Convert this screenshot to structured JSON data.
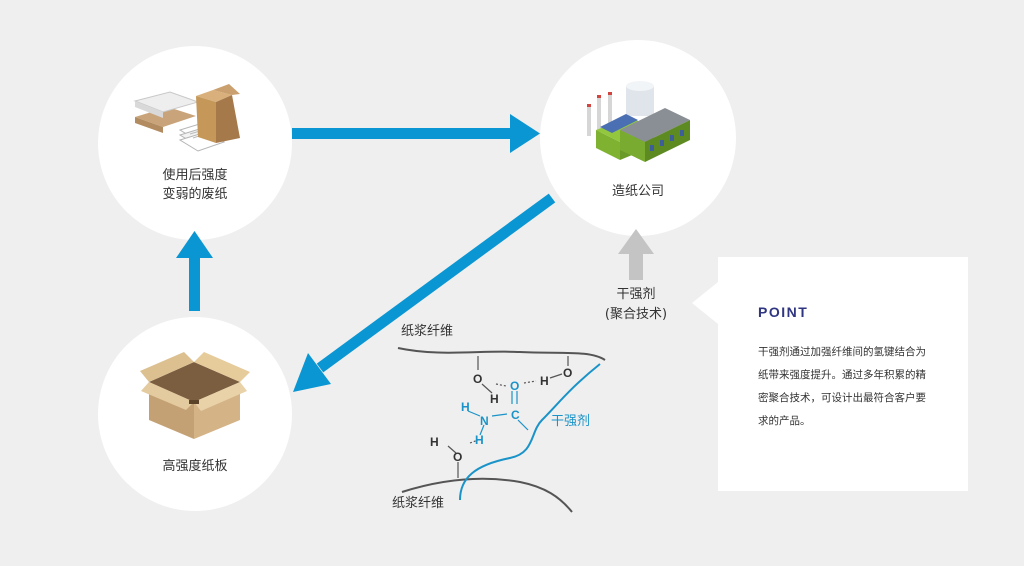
{
  "nodes": {
    "waste_paper": {
      "line1": "使用后强度",
      "line2": "变弱的废纸"
    },
    "paper_company": {
      "label": "造纸公司"
    },
    "cardboard": {
      "label": "高强度纸板"
    }
  },
  "agent": {
    "line1": "干强剂",
    "line2": "(聚合技术)"
  },
  "molecule": {
    "fiber_top": "纸浆纤维",
    "fiber_bottom": "纸浆纤维",
    "agent_label": "干强剂",
    "atoms": {
      "O": "O",
      "H": "H",
      "N": "N",
      "C": "C"
    }
  },
  "point": {
    "title": "POINT",
    "text": "干强剂通过加强纤维间的氢键结合为纸带来强度提升。通过多年积累的精密聚合技术，可设计出最符合客户要求的产品。"
  },
  "colors": {
    "arrow": "#0a96d2",
    "grey_arrow": "#c4c4c4",
    "agent": "#1a93c8",
    "point_title": "#2f3580"
  }
}
